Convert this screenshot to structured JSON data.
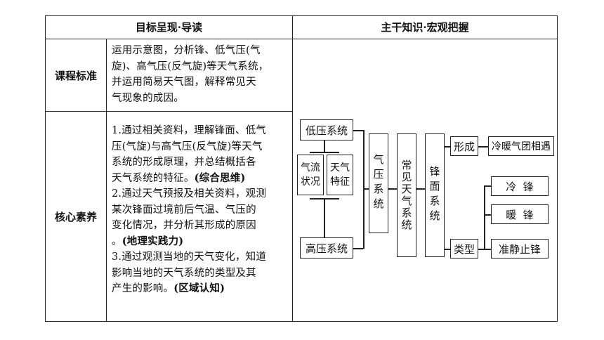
{
  "header": {
    "left_title": "目标呈现·导读",
    "right_title": "主干知识·宏观把握"
  },
  "rows": {
    "standard": {
      "label": "课程标准",
      "lines": [
        "运用示意图，分析锋、低气压(气",
        "旋)、高气压(反气旋)等天气系统，",
        "并运用简易天气图，解释常见天",
        "气现象的成因。"
      ]
    },
    "literacy": {
      "label": "核心素养",
      "p1_lines": [
        "1.通过相关资料，理解锋面、低气",
        "压(气旋)与高气压(反气旋)等天气",
        "系统的形成原理，并总结概括各",
        "天气系统的特征。"
      ],
      "p1_tag": "(综合思维)",
      "p2_lines": [
        "2.通过天气预报及相关资料，观测",
        "某次锋面过境前后气温、气压的",
        "变化情况，并分析其形成的原因",
        "。"
      ],
      "p2_tag": "(地理实践力)",
      "p3_lines": [
        "3.通过观测当地的天气变化，知道",
        "影响当地的天气系统的类型及其",
        "产生的影响。"
      ],
      "p3_tag": "(区域认知)"
    }
  },
  "diagram": {
    "low_pressure": "低压系统",
    "high_pressure": "高压系统",
    "airflow_state": "气流状况",
    "weather_feature": "天气特征",
    "weather_system": "气压系统",
    "common_weather_system": "常见天气系统",
    "front_system": "锋面系统",
    "formation": "形成",
    "formation_result": "冷暖气团相遇",
    "types": "类型",
    "cold_front": "冷  锋",
    "warm_front": "暖  锋",
    "quasi_stationary_front": "准静止锋"
  }
}
